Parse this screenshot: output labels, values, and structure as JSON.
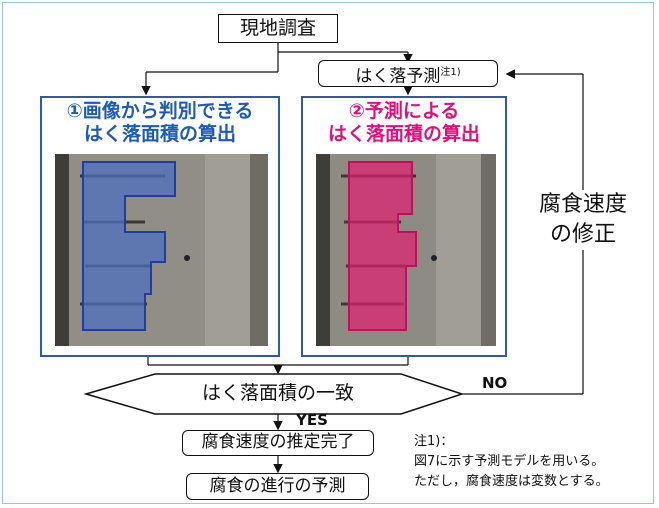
{
  "flow": {
    "survey": "現地調査",
    "prediction": "はく落予測",
    "prediction_note_mark": "注1)",
    "panel1_line1": "①画像から判別できる",
    "panel1_line2": "はく落面積の算出",
    "panel2_line1": "②予測による",
    "panel2_line2": "はく落面積の算出",
    "decision": "はく落面積の一致",
    "no_label": "NO",
    "yes_label": "YES",
    "correction_line1": "腐食速度",
    "correction_line2": "の修正",
    "estimate_done": "腐食速度の推定完了",
    "progress_prediction": "腐食の進行の予測"
  },
  "note": {
    "title": "注1)：",
    "line1": "図7に示す予測モデルを用いる。",
    "line2": "ただし，腐食速度は変数とする。"
  },
  "colors": {
    "panel_border": "#2e5aa8",
    "panel1_text": "#1e5bb8",
    "panel2_text": "#e0107a",
    "overlay1": "#4d6fbf",
    "overlay2": "#e0206f",
    "frame": "#9fc2e6"
  }
}
